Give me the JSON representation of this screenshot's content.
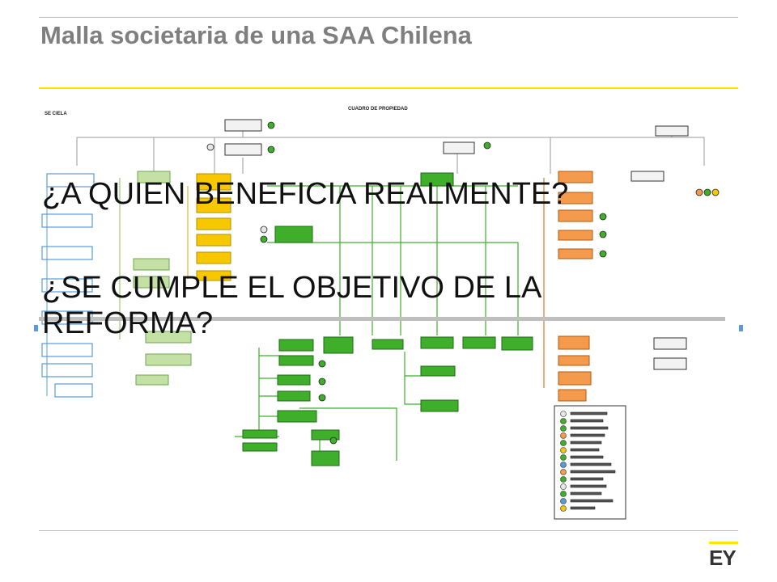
{
  "slide": {
    "title": "Malla societaria de una SAA Chilena",
    "questions": [
      "¿A QUIEN BENEFICIA REALMENTE?",
      "¿SE CUMPLE EL OBJETIVO DE LA REFORMA?"
    ],
    "logo": "EY"
  },
  "diagram": {
    "header_left": "SE CIELA",
    "header_center": "CUADRO DE PROPIEDAD"
  },
  "colors": {
    "title": "#7f7f7f",
    "accent": "#ffe600",
    "green": "#3fae2a",
    "orange": "#f39a4c",
    "yellow": "#f7c800",
    "blue": "#5b9bd5"
  }
}
